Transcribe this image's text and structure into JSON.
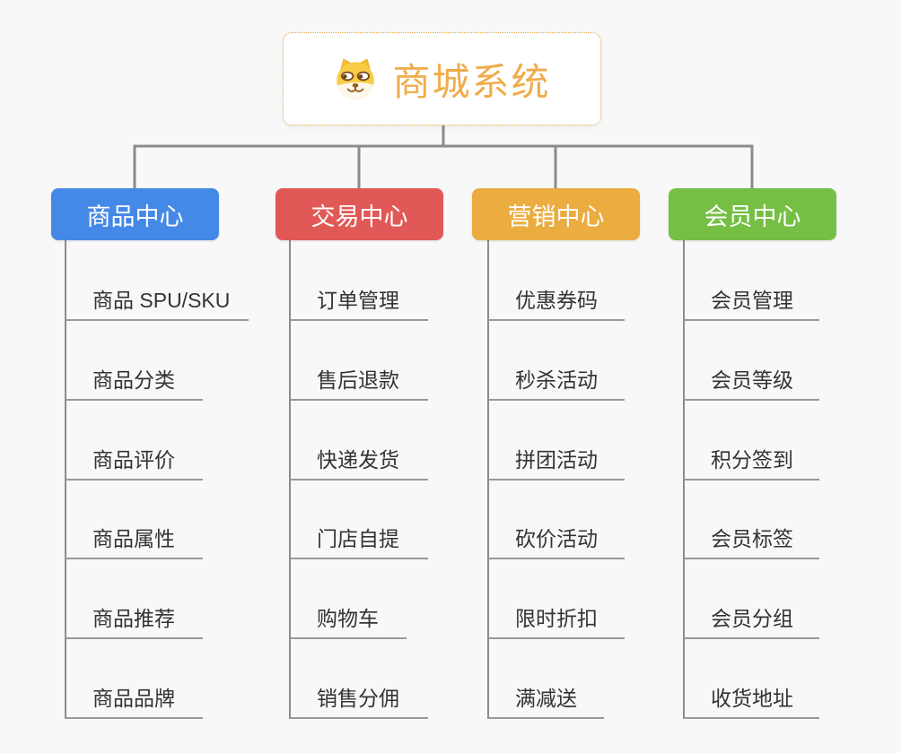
{
  "root": {
    "title": "商城系统",
    "icon": "doge-icon"
  },
  "branches": [
    {
      "label": "商品中心",
      "color": "#4589e8",
      "children": [
        "商品 SPU/SKU",
        "商品分类",
        "商品评价",
        "商品属性",
        "商品推荐",
        "商品品牌"
      ]
    },
    {
      "label": "交易中心",
      "color": "#e15956",
      "children": [
        "订单管理",
        "售后退款",
        "快递发货",
        "门店自提",
        "购物车",
        "销售分佣"
      ]
    },
    {
      "label": "营销中心",
      "color": "#ebac40",
      "children": [
        "优惠券码",
        "秒杀活动",
        "拼团活动",
        "砍价活动",
        "限时折扣",
        "满减送"
      ]
    },
    {
      "label": "会员中心",
      "color": "#75bf44",
      "children": [
        "会员管理",
        "会员等级",
        "积分签到",
        "会员标签",
        "会员分组",
        "收货地址"
      ]
    }
  ],
  "colors": {
    "background": "#f8f8f8",
    "connector": "#8c8c8c",
    "leaf_underline": "#999999",
    "leaf_text": "#333333",
    "root_title": "#f0ac4a",
    "root_border": "#e9a43d"
  }
}
